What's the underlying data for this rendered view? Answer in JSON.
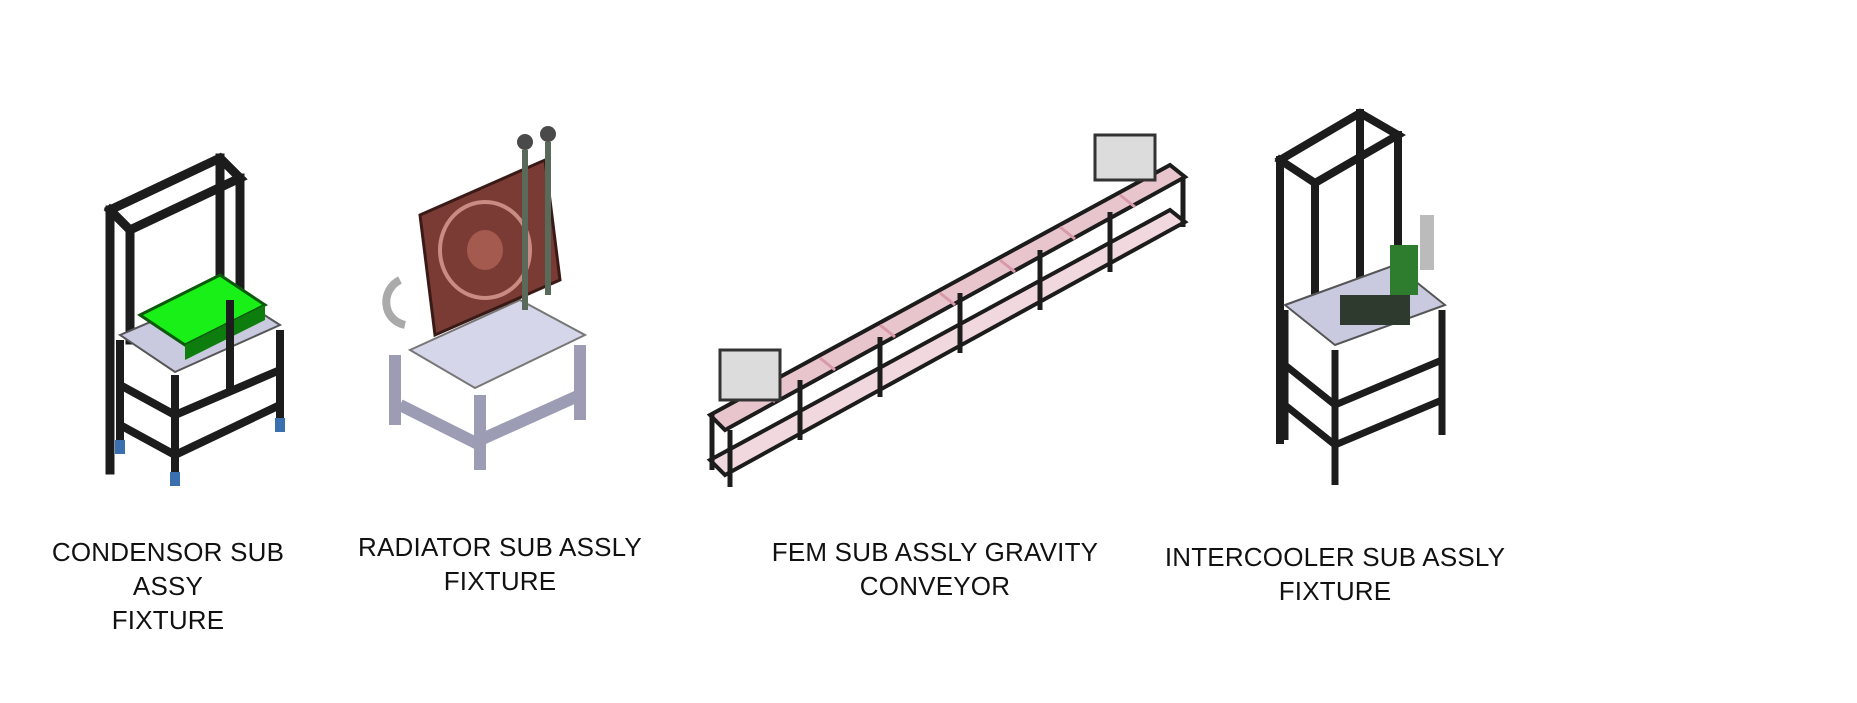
{
  "items": [
    {
      "caption_line1": "CONDENSOR SUB ASSY",
      "caption_line2": "FIXTURE"
    },
    {
      "caption_line1": "RADIATOR SUB ASSLY",
      "caption_line2": "FIXTURE"
    },
    {
      "caption_line1": "FEM SUB ASSLY GRAVITY",
      "caption_line2": "CONVEYOR"
    },
    {
      "caption_line1": "INTERCOOLER SUB ASSLY FIXTURE",
      "caption_line2": ""
    }
  ],
  "colors": {
    "frame": "#1c1c1c",
    "plate": "#c9c9e0",
    "part_green": "#18f018",
    "radiator": "#7a3b34",
    "table_frame": "#9c9cb4",
    "roller": "#d89aa8",
    "intercooler_part": "#2e7d2e"
  },
  "icons": [
    "condensor-fixture-icon",
    "radiator-fixture-icon",
    "conveyor-icon",
    "intercooler-fixture-icon"
  ]
}
